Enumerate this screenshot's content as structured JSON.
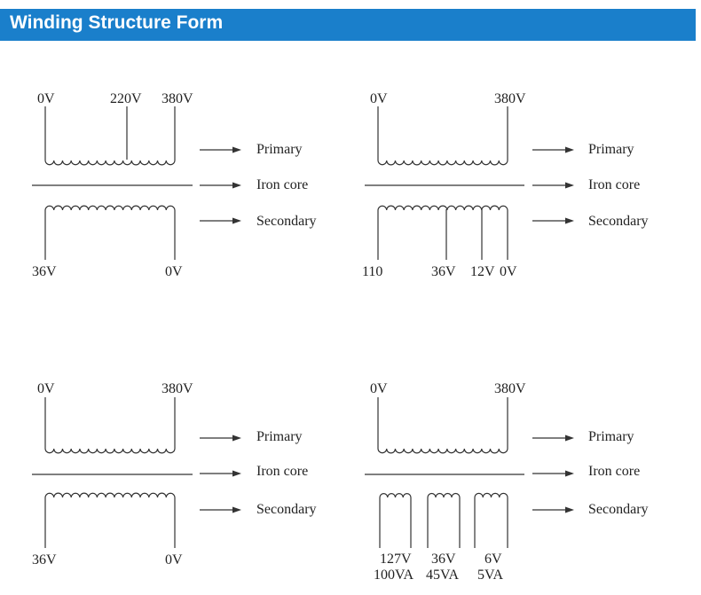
{
  "header": {
    "title": "Winding Structure Form"
  },
  "labels": {
    "primary": "Primary",
    "core": "Iron core",
    "secondary": "Secondary"
  },
  "diagrams": [
    {
      "primary_taps": [
        "0V",
        "220V",
        "380V"
      ],
      "secondary_taps": [
        "36V",
        "0V"
      ]
    },
    {
      "primary_taps": [
        "0V",
        "380V"
      ],
      "secondary_taps": [
        "110",
        "36V",
        "12V",
        "0V"
      ]
    },
    {
      "primary_taps": [
        "0V",
        "380V"
      ],
      "secondary_taps": [
        "36V",
        "0V"
      ]
    },
    {
      "primary_taps": [
        "0V",
        "380V"
      ],
      "secondary_taps": [
        "127V",
        "36V",
        "6V"
      ],
      "secondary_ratings": [
        "100VA",
        "45VA",
        "5VA"
      ]
    }
  ],
  "colors": {
    "header_bg": "#1a7fcb",
    "header_text": "#ffffff",
    "line": "#333333"
  }
}
